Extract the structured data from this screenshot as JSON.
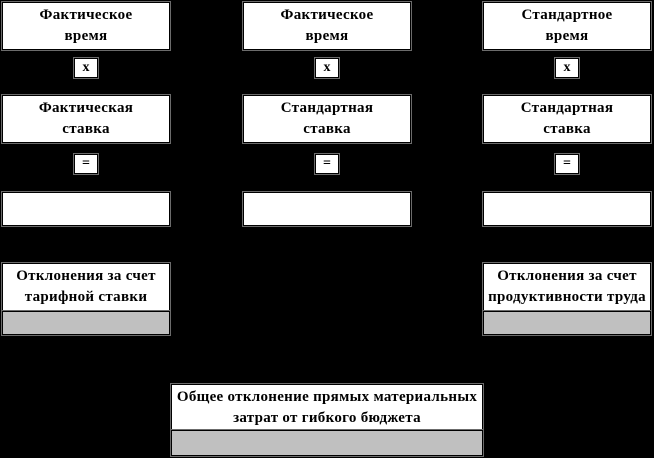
{
  "diagram_title": "labor-cost-variance-diagram",
  "colors": {
    "background": "#000000",
    "box_fill": "#ffffff",
    "value_strip_fill": "#c0c0c0",
    "text": "#000000"
  },
  "columns": [
    {
      "time_lines": [
        "Фактическое",
        "время"
      ],
      "multiply_sign": "х",
      "rate_lines": [
        "Фактическая",
        "ставка"
      ],
      "equals_sign": "="
    },
    {
      "time_lines": [
        "Фактическое",
        "время"
      ],
      "multiply_sign": "х",
      "rate_lines": [
        "Стандартная",
        "ставка"
      ],
      "equals_sign": "="
    },
    {
      "time_lines": [
        "Стандартное",
        "время"
      ],
      "multiply_sign": "х",
      "rate_lines": [
        "Стандартная",
        "ставка"
      ],
      "equals_sign": "="
    }
  ],
  "variances": {
    "rate": {
      "lines": [
        "Отклонения за счет",
        "тарифной ставки"
      ]
    },
    "productivity": {
      "lines": [
        "Отклонения за счет",
        "продуктивности труда"
      ]
    },
    "total": {
      "lines": [
        "Общее отклонение прямых материальных",
        "затрат от гибкого бюджета"
      ]
    }
  }
}
